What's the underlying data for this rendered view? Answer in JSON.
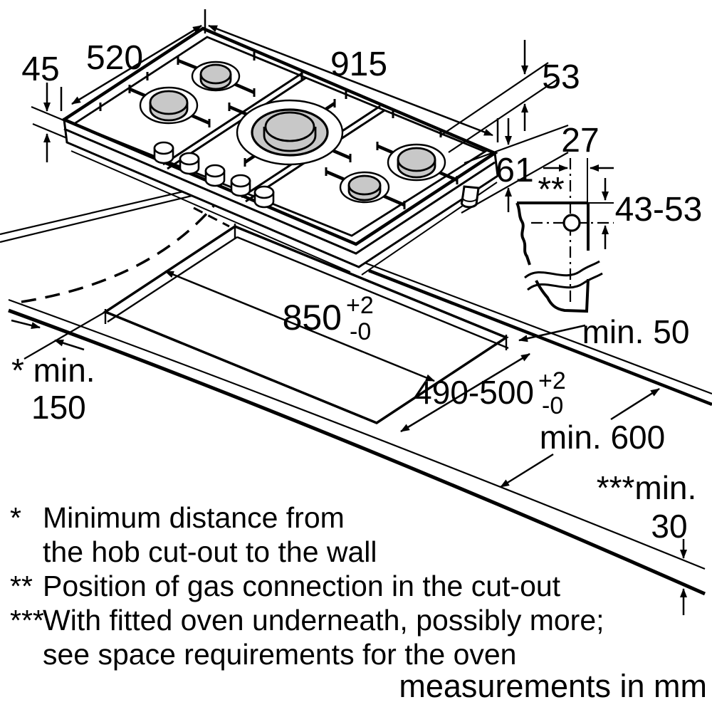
{
  "labels": {
    "d45": "45",
    "d520": "520",
    "d915": "915",
    "d53": "53",
    "d61": "61",
    "d27": "27",
    "gas_marker": "**",
    "d4353": "43-53",
    "min50": "min. 50",
    "d850": "850",
    "d850_tol_plus": "+2",
    "d850_tol_minus": "-0",
    "d490": "490-500",
    "d490_tol_plus": "+2",
    "d490_tol_minus": "-0",
    "min150_line1": "* min.",
    "min150_line2": "150",
    "min600": "min. 600",
    "min30_line1": "***min.",
    "min30_line2": "30",
    "units_note": "measurements in mm"
  },
  "footnotes": [
    {
      "marker": "*",
      "line1": "Minimum distance from",
      "line2": "the hob cut-out to the wall"
    },
    {
      "marker": "**",
      "line1": "Position of gas connection in the cut-out",
      "line2": ""
    },
    {
      "marker": "***",
      "line1": "With fitted oven underneath, possibly more;",
      "line2": "see space requirements for the oven"
    }
  ],
  "colors": {
    "line": "#000000",
    "burner_cap": "#c8c8c8",
    "background": "#ffffff"
  }
}
